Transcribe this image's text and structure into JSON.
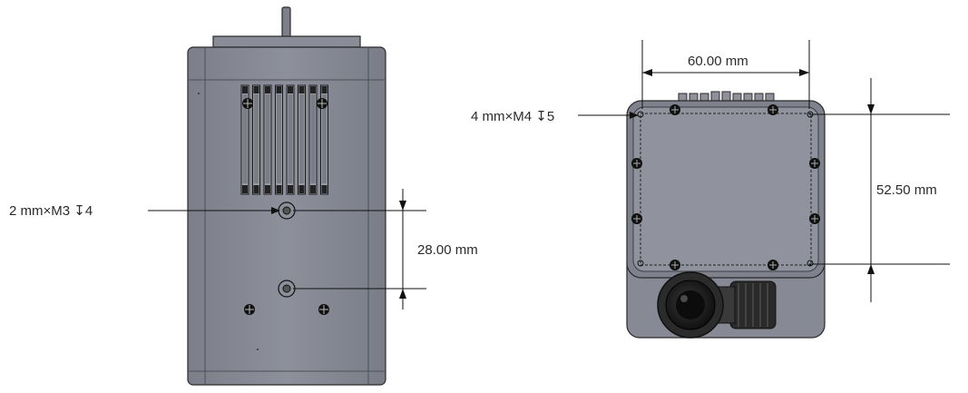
{
  "front_view": {
    "callout_thread_m3": "2 mm×M3 ↧4",
    "dim_hole_spacing": "28.00 mm"
  },
  "rear_view": {
    "callout_thread_m4": "4 mm×M4 ↧5",
    "dim_width": "60.00 mm",
    "dim_height": "52.50 mm"
  },
  "colors": {
    "body": "#878a94",
    "body_dark": "#5e616b",
    "panel": "#8f929c",
    "line": "#111111"
  }
}
